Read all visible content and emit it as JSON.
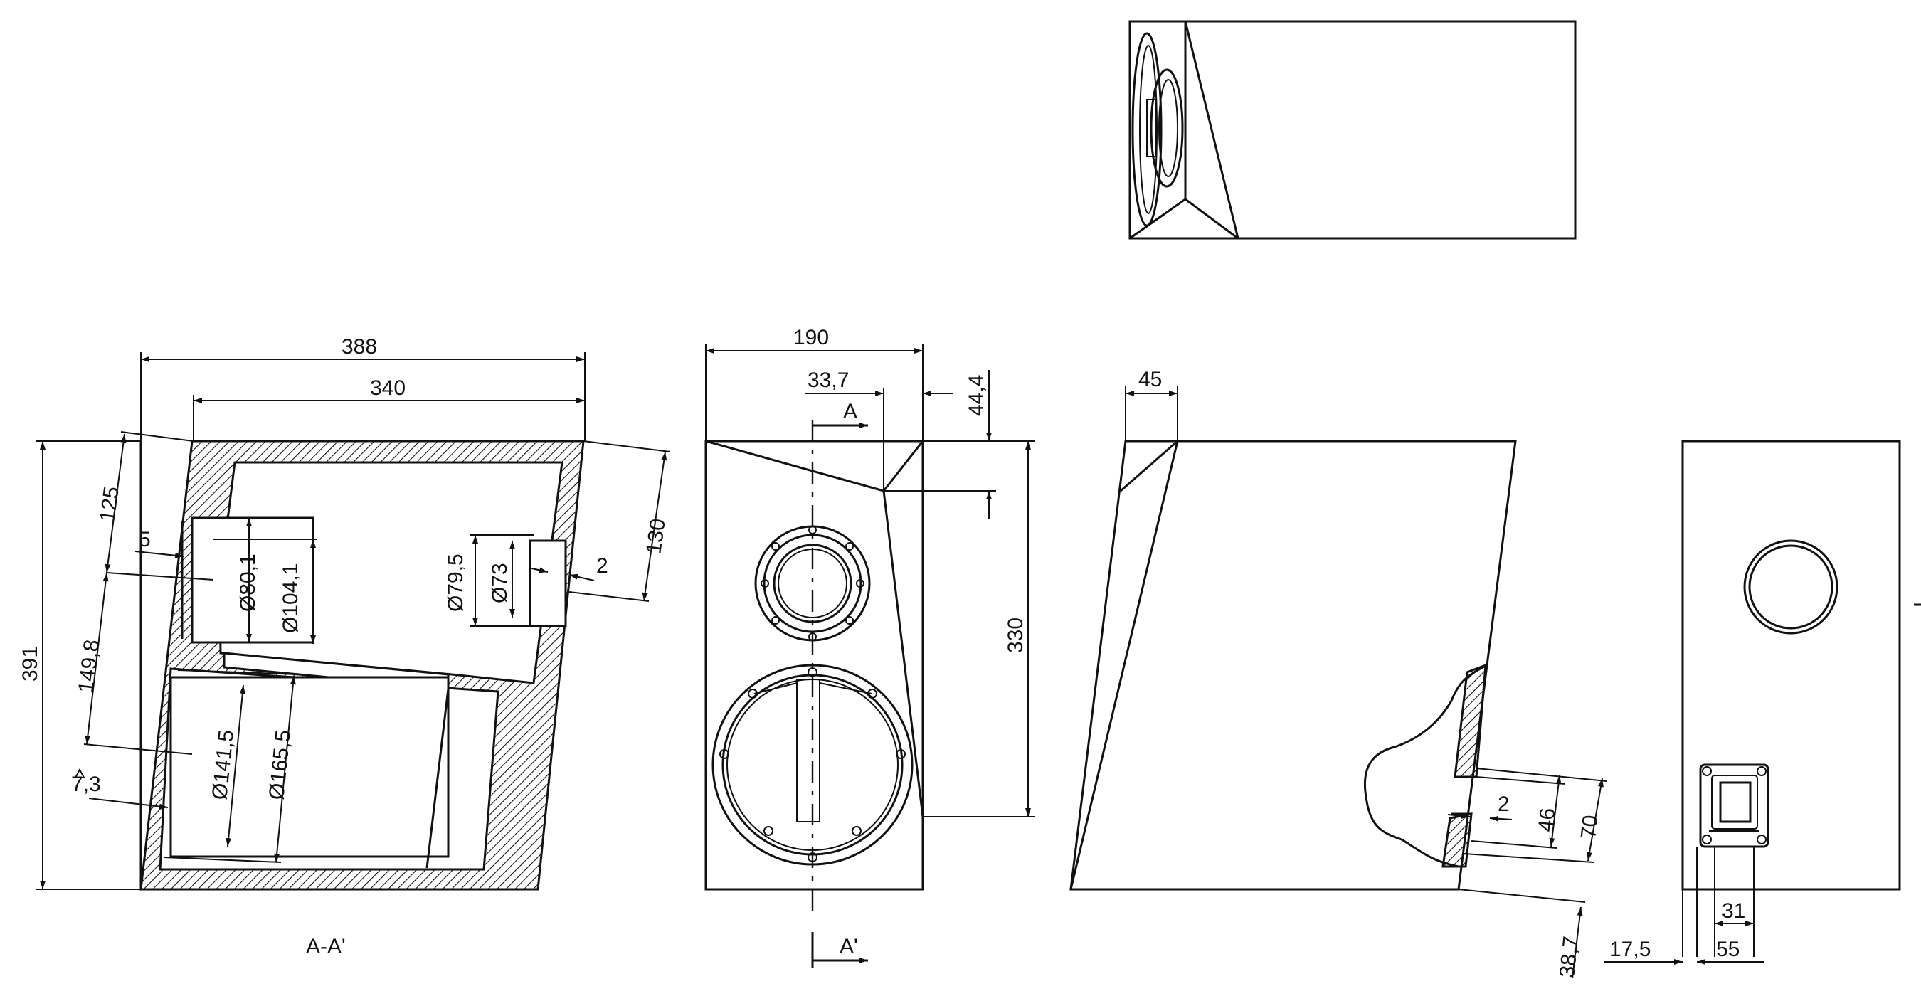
{
  "views": {
    "top": {},
    "section": {
      "caption": "A-A'",
      "dims": {
        "overall_depth": "388",
        "top_depth": "340",
        "height": "391",
        "d125": "125",
        "d149_8": "149,8",
        "d5": "5",
        "d7_3": "7,3",
        "tw_inner": "Ø80,1",
        "tw_outer": "Ø104,1",
        "wf_inner": "Ø141,5",
        "wf_outer": "Ø165,5",
        "port_outer": "Ø79,5",
        "port_inner": "Ø73",
        "d2": "2",
        "d130": "130"
      }
    },
    "front": {
      "dims": {
        "width": "190",
        "offset_33_7": "33,7",
        "offset_44_4": "44,4",
        "height_330": "330"
      },
      "section_top": "A",
      "section_bottom": "A'"
    },
    "side": {
      "dims": {
        "d45": "45",
        "d2": "2",
        "d46": "46",
        "d70": "70",
        "d38_7": "38,7"
      }
    },
    "rear": {
      "dims": {
        "d17_5": "17,5",
        "d55": "55",
        "d31": "31"
      }
    }
  }
}
